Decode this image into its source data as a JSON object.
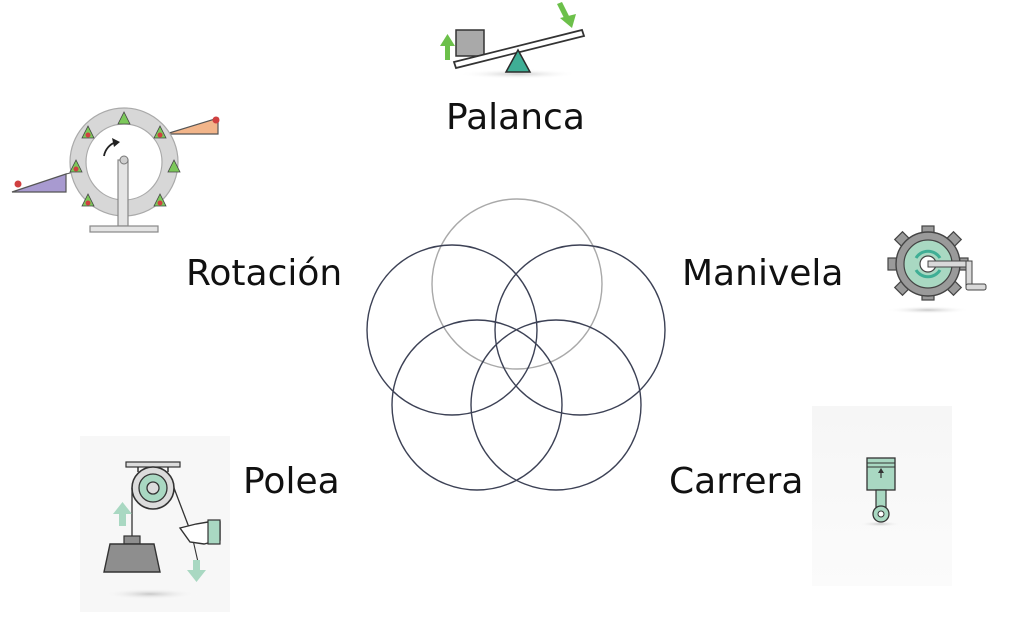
{
  "labels": {
    "top": "Palanca",
    "left": "Rotación",
    "right": "Manivela",
    "bottom_left": "Polea",
    "bottom_right": "Carrera"
  },
  "icons": {
    "top": "lever-seesaw-icon",
    "left": "rotation-wheel-icon",
    "right": "crank-gear-icon",
    "bottom_left": "pulley-weight-icon",
    "bottom_right": "piston-stroke-icon"
  },
  "colors": {
    "circle_dark": "#3c4155",
    "circle_light": "#b0b0b0",
    "accent_green": "#6cc04a",
    "accent_teal": "#3fae95",
    "mint": "#a9d8c2",
    "gray": "#9a9a9a"
  }
}
